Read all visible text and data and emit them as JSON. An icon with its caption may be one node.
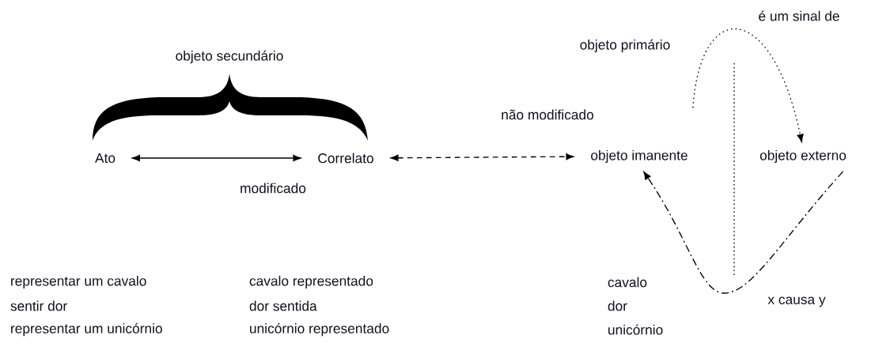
{
  "diagram": {
    "nodes": [
      {
        "text": [
          "Ato"
        ]
      },
      {
        "text": [
          "Correlato"
        ]
      },
      {
        "text": [
          "objeto imanente"
        ]
      },
      {
        "text": [
          "objeto externo"
        ]
      }
    ],
    "edges": [
      {
        "from": 0,
        "to": 1,
        "arrow": "both",
        "label": "modificado"
      },
      {
        "from": 1,
        "to": 2,
        "arrow": "both",
        "label": "não modificado",
        "style": "dashed"
      },
      {
        "from": 2,
        "to": 3,
        "arrow": "to",
        "label": "é um sinal de",
        "style": "dashed"
      },
      {
        "from": 3,
        "to": 2,
        "arrow": "to",
        "label": "x causa y",
        "style": "dashed"
      }
    ],
    "labels": [
      "objeto secundário",
      "objeto primário",
      "representar um cavalo",
      "sentir dor",
      "representar um unicórnio",
      "cavalo representado",
      "dor sentida",
      "unicórnio representado",
      "cavalo",
      "dor",
      "unicórnio"
    ]
  }
}
